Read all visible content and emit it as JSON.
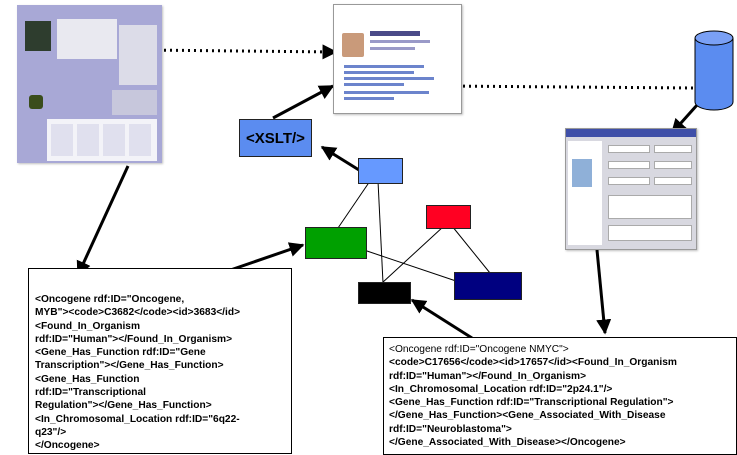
{
  "xslt": {
    "label": "<XSLT/>"
  },
  "nodes": {
    "blue": "#6699ff",
    "green": "#00a000",
    "red": "#ff0022",
    "navy": "#000080",
    "black": "#000000"
  },
  "database": {
    "icon": "database-cylinder-icon",
    "color": "#5b8cf0"
  },
  "code_left": {
    "lines": [
      "<Oncogene rdf:ID=\"Oncogene,",
      "MYB\"><code>C3682</code><id>3683</id>",
      "<Found_In_Organism",
      "rdf:ID=\"Human\"></Found_In_Organism>",
      "<Gene_Has_Function rdf:ID=\"Gene",
      "Transcription\"></Gene_Has_Function>",
      "<Gene_Has_Function",
      "rdf:ID=\"Transcriptional",
      "Regulation\"></Gene_Has_Function>",
      "<In_Chromosomal_Location rdf:ID=\"6q22-",
      "q23\"/>",
      "</Oncogene>"
    ]
  },
  "code_right": {
    "lines": [
      "<Oncogene rdf:ID=\"Oncogene NMYC\">",
      "<code>C17656</code><id>17657</id><Found_In_Organism",
      "rdf:ID=\"Human\"></Found_In_Organism>",
      "<In_Chromosomal_Location rdf:ID=\"2p24.1\"/>",
      "<Gene_Has_Function rdf:ID=\"Transcriptional Regulation\">",
      "</Gene_Has_Function><Gene_Associated_With_Disease",
      "rdf:ID=\"Neuroblastoma\">",
      "</Gene_Associated_With_Disease></Oncogene>"
    ]
  }
}
